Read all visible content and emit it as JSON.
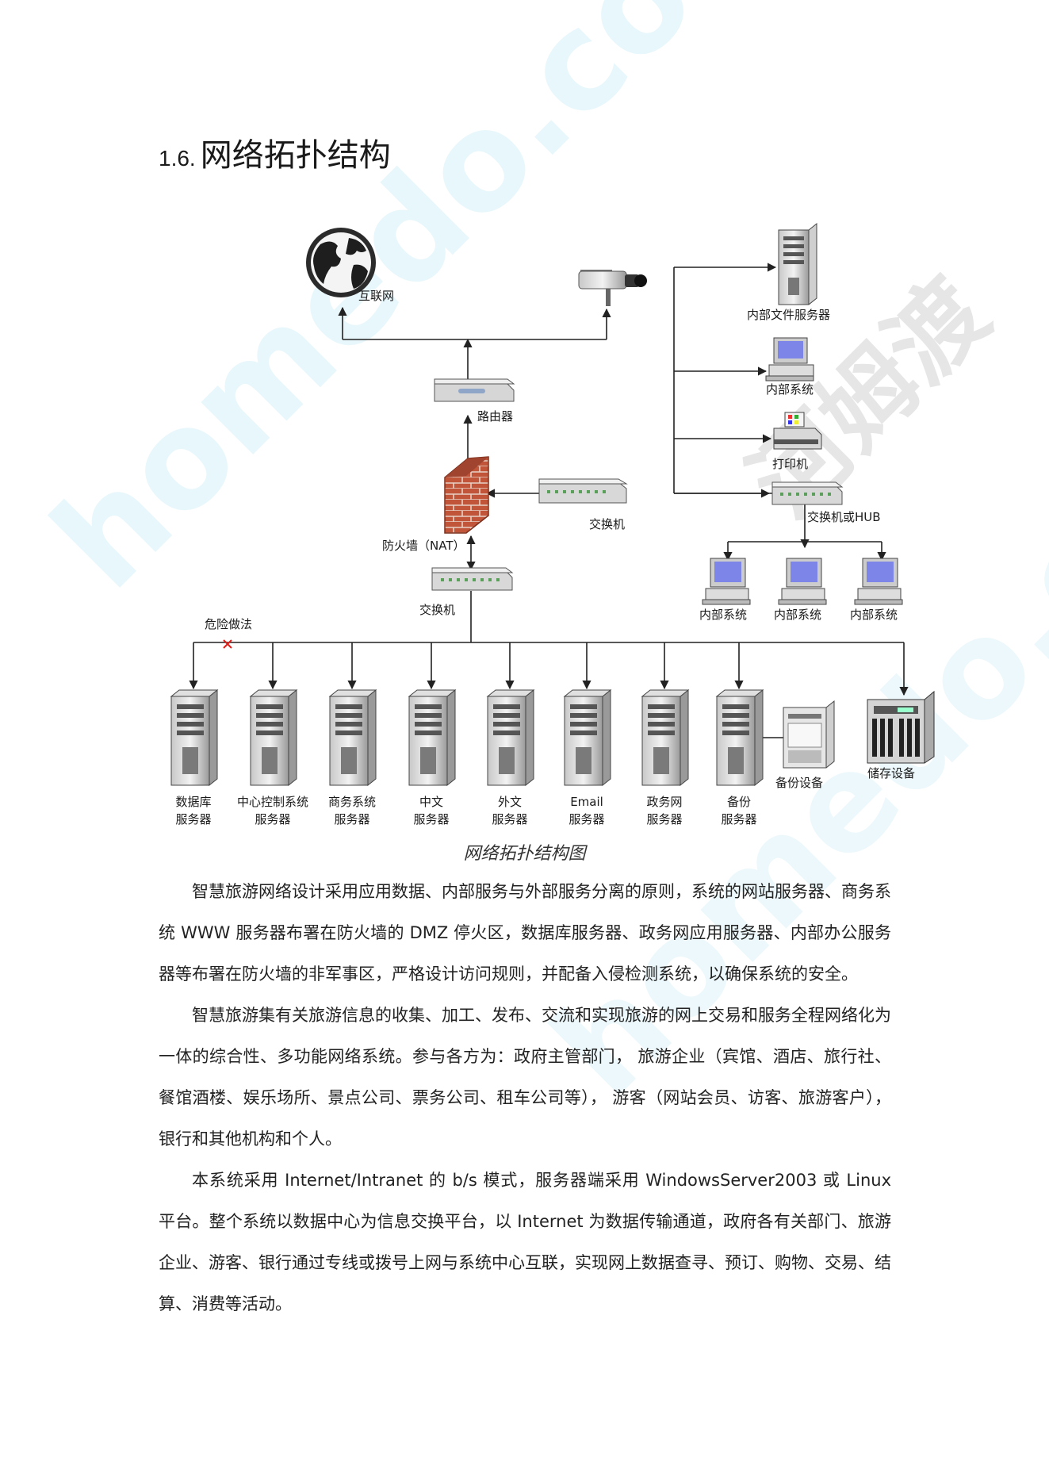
{
  "heading": {
    "number": "1.6.",
    "title": "网络拓扑结构"
  },
  "diagram": {
    "labels": {
      "internet": "互联网",
      "router": "路由器",
      "firewall": "防火墙（NAT）",
      "switch_center": "交换机",
      "switch_main": "交换机",
      "switch_hub": "交换机或HUB",
      "internal_file_server": "内部文件服务器",
      "internal_system_top": "内部系统",
      "printer": "打印机",
      "internal_system_1": "内部系统",
      "internal_system_2": "内部系统",
      "internal_system_3": "内部系统",
      "danger": "危险做法",
      "backup_device": "备份设备",
      "storage_device": "储存设备"
    },
    "servers": [
      {
        "line1": "数据库",
        "line2": "服务器"
      },
      {
        "line1": "中心控制系统",
        "line2": "服务器"
      },
      {
        "line1": "商务系统",
        "line2": "服务器"
      },
      {
        "line1": "中文",
        "line2": "服务器"
      },
      {
        "line1": "外文",
        "line2": "服务器"
      },
      {
        "line1": "Email",
        "line2": "服务器"
      },
      {
        "line1": "政务网",
        "line2": "服务器"
      },
      {
        "line1": "备份",
        "line2": "服务器"
      }
    ],
    "colors": {
      "line": "#222222",
      "brick": "#c0553a",
      "screen": "#7d86e8",
      "danger_mark": "#e0201a"
    }
  },
  "caption": "网络拓扑结构图",
  "paragraphs": [
    "智慧旅游网络设计采用应用数据、内部服务与外部服务分离的原则，系统的网站服务器、商务系统 WWW 服务器布署在防火墙的 DMZ 停火区，数据库服务器、政务网应用服务器、内部办公服务器等布署在防火墙的非军事区，严格设计访问规则，并配备入侵检测系统，以确保系统的安全。",
    "智慧旅游集有关旅游信息的收集、加工、发布、交流和实现旅游的网上交易和服务全程网络化为一体的综合性、多功能网络系统。参与各方为：政府主管部门， 旅游企业（宾馆、酒店、旅行社、餐馆酒楼、娱乐场所、景点公司、票务公司、租车公司等）， 游客（网站会员、访客、旅游客户），银行和其他机构和个人。",
    "本系统采用 Internet/Intranet 的 b/s 模式，服务器端采用 WindowsServer2003 或 Linux 平台。整个系统以数据中心为信息交换平台，以 Internet 为数据传输通道，政府各有关部门、旅游企业、游客、银行通过专线或拨号上网与系统中心互联，实现网上数据查寻、预订、购物、交易、结算、消费等活动。"
  ],
  "watermarks": {
    "a": "homedo.com",
    "b": "homedo.com",
    "c": "河姆渡"
  }
}
